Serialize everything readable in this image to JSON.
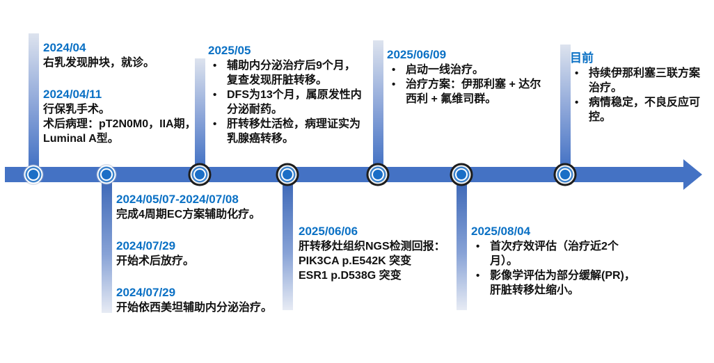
{
  "diagram_title": "breast-cancer-treatment-timeline",
  "colors": {
    "axis_blue": "#4472C4",
    "node_fill": "#1B6EC6",
    "node_ink_ring": "#1D1D1D",
    "date_blue": "#0A70C4",
    "body_text": "#111111"
  },
  "events": [
    {
      "position": "top",
      "entries": [
        {
          "date": "2024/04",
          "lines": [
            "右乳发现肿块，就诊。"
          ]
        },
        {
          "date": "2024/04/11",
          "lines": [
            "行保乳手术。",
            "术后病理：pT2N0M0，IIA期，Luminal A型。"
          ]
        }
      ]
    },
    {
      "position": "bottom",
      "entries": [
        {
          "date": "2024/05/07-2024/07/08",
          "lines": [
            "完成4周期EC方案辅助化疗。"
          ]
        },
        {
          "date": "2024/07/29",
          "lines": [
            "开始术后放疗。"
          ]
        },
        {
          "date": "2024/07/29",
          "lines": [
            "开始依西美坦辅助内分泌治疗。"
          ]
        }
      ]
    },
    {
      "position": "top",
      "entries": [
        {
          "date": "2025/05",
          "bullets": [
            "辅助内分泌治疗后9个月，复查发现肝脏转移。",
            "DFS为13个月，属原发性内分泌耐药。",
            "肝转移灶活检，病理证实为乳腺癌转移。"
          ]
        }
      ]
    },
    {
      "position": "bottom",
      "entries": [
        {
          "date": "2025/06/06",
          "lines": [
            "肝转移灶组织NGS检测回报：",
            "PIK3CA p.E542K 突变",
            "ESR1 p.D538G 突变"
          ]
        }
      ]
    },
    {
      "position": "top",
      "entries": [
        {
          "date": "2025/06/09",
          "bullets": [
            "启动一线治疗。",
            "治疗方案：伊那利塞 + 达尔西利 + 氟维司群。"
          ]
        }
      ]
    },
    {
      "position": "bottom",
      "entries": [
        {
          "date": "2025/08/04",
          "bullets": [
            "首次疗效评估（治疗近2个月）。",
            "影像学评估为部分缓解(PR)，肝脏转移灶缩小。"
          ]
        }
      ]
    },
    {
      "position": "top",
      "entries": [
        {
          "date": "目前",
          "bullets": [
            "持续伊那利塞三联方案治疗。",
            "病情稳定，不良反应可控。"
          ]
        }
      ]
    }
  ]
}
